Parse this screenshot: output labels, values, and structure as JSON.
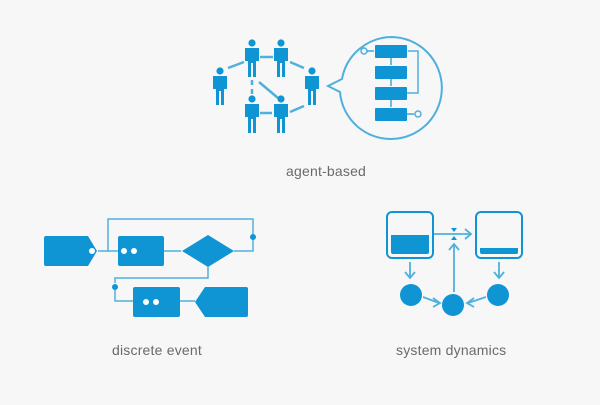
{
  "colors": {
    "primary": "#0f94d4",
    "line": "#4fb0de",
    "background": "#f7f7f7",
    "label": "#6a6a6a"
  },
  "paradigms": [
    {
      "id": "agent-based",
      "label": "agent-based",
      "icon": "people-network-icon"
    },
    {
      "id": "discrete-event",
      "label": "discrete event",
      "icon": "process-flowchart-icon"
    },
    {
      "id": "system-dynamics",
      "label": "system dynamics",
      "icon": "stock-flow-icon"
    }
  ]
}
